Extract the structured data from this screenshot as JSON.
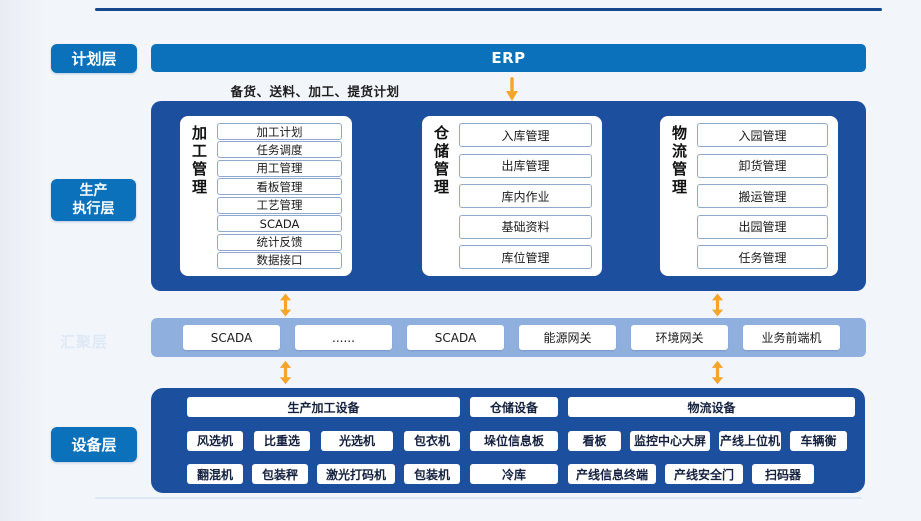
{
  "layers": {
    "planning": {
      "label": "计划层"
    },
    "execution": {
      "label_line1": "生产",
      "label_line2": "执行层"
    },
    "aggregation": {
      "label": "汇聚层"
    },
    "device": {
      "label": "设备层"
    }
  },
  "erp": {
    "label": "ERP"
  },
  "plan_caption": "备货、送料、加工、提货计划",
  "execution_cards": [
    {
      "title": "加工管理",
      "items": [
        "加工计划",
        "任务调度",
        "用工管理",
        "看板管理",
        "工艺管理",
        "SCADA",
        "统计反馈",
        "数据接口"
      ]
    },
    {
      "title": "仓储管理",
      "items": [
        "入库管理",
        "出库管理",
        "库内作业",
        "基础资料",
        "库位管理"
      ]
    },
    {
      "title": "物流管理",
      "items": [
        "入园管理",
        "卸货管理",
        "搬运管理",
        "出园管理",
        "任务管理"
      ]
    }
  ],
  "aggregation_nodes": [
    "SCADA",
    "......",
    "SCADA",
    "能源网关",
    "环境网关",
    "业务前端机"
  ],
  "device_groups": [
    {
      "header": "生产加工设备",
      "row1": [
        "风选机",
        "比重选",
        "光选机",
        "包衣机"
      ],
      "row2": [
        "翻混机",
        "包装秤",
        "激光打码机",
        "包装机"
      ]
    },
    {
      "header": "仓储设备",
      "row1": [
        "垛位信息板"
      ],
      "row2": [
        "冷库"
      ]
    },
    {
      "header": "物流设备",
      "row1": [
        "看板",
        "监控中心大屏",
        "产线上位机",
        "车辆衡"
      ],
      "row2": [
        "产线信息终端",
        "产线安全门",
        "扫码器"
      ]
    }
  ],
  "icons": {
    "down_arrow": "down-arrow",
    "double_arrow": "double-vertical-arrow"
  },
  "colors": {
    "accent_blue": "#0B71BB",
    "panel_blue": "#1D4F9F",
    "aggregation_bar_blue": "#8FAFDF",
    "arrow_orange": "#F5A42C",
    "divider_blue": "#17478F",
    "background": "#F2F6FB"
  }
}
